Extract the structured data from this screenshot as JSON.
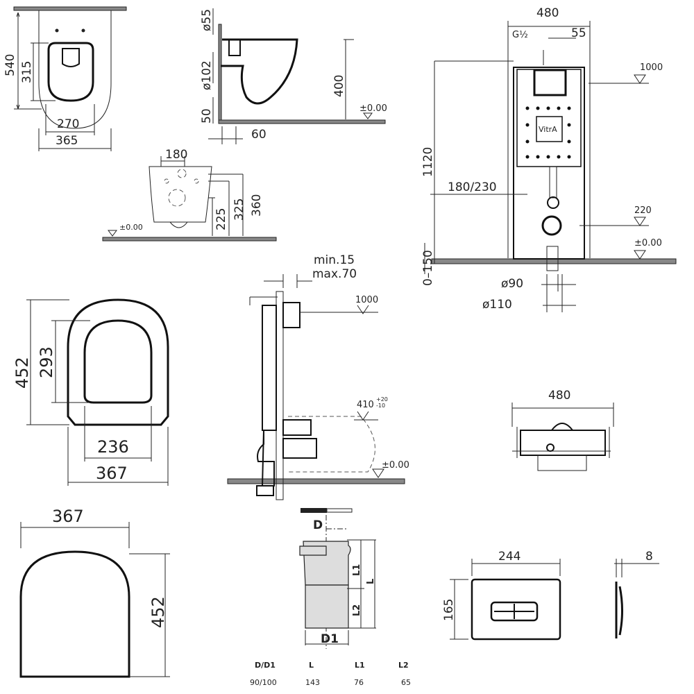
{
  "bowl_top_view": {
    "depth": "540",
    "seat_depth": "315",
    "inner_width": "270",
    "width": "365"
  },
  "bowl_side_view": {
    "inlet": "ø55",
    "outlet": "ø102",
    "offset": "50",
    "wall_gap": "60",
    "height": "400",
    "floor_level": "±0.00"
  },
  "bowl_rear_view": {
    "bolt_spacing": "180",
    "outlet_height": "225",
    "bolt_height": "325",
    "top_height": "360",
    "floor_level": "±0.00"
  },
  "frame_front_view": {
    "width": "480",
    "water_inlet": "G½",
    "inlet_offset": "55",
    "button_level": "1000",
    "frame_height": "1120",
    "bolt_spacing": "180/230",
    "drain_level": "220",
    "floor_level": "±0.00",
    "foot_adjust": "0–150",
    "pipe_small": "ø90",
    "pipe_large": "ø110",
    "logo": "VitrA"
  },
  "frame_side_view": {
    "min_depth": "min.15",
    "max_depth": "max.70",
    "button_level": "1000",
    "seat_height": "410",
    "tolerance_plus": "+20",
    "tolerance_minus": "-10",
    "floor_level": "±0.00"
  },
  "frame_top_view": {
    "width": "480"
  },
  "seat_view": {
    "length": "452",
    "inner_length": "293",
    "inner_width": "236",
    "width": "367"
  },
  "cover_view": {
    "width": "367",
    "length": "452"
  },
  "pipe_connector": {
    "label_d": "D",
    "label_l1": "L1",
    "label_l": "L",
    "label_l2": "L2",
    "label_d1": "D1",
    "table": {
      "headers": [
        "D/D1",
        "L",
        "L1",
        "L2"
      ],
      "values": [
        "90/100",
        "143",
        "76",
        "65"
      ]
    }
  },
  "flush_plate": {
    "width": "244",
    "height": "165",
    "thickness": "8"
  }
}
